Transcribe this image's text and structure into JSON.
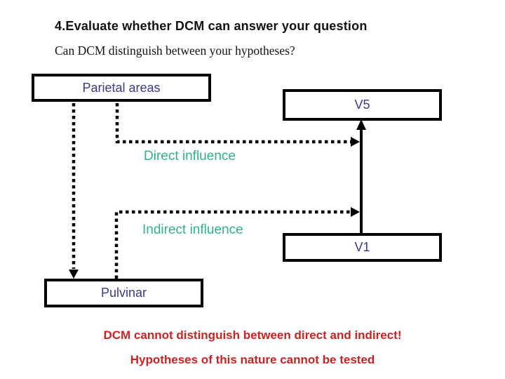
{
  "slide": {
    "title": "4.Evaluate whether DCM can answer your question",
    "subtitle": "Can DCM distinguish between your hypotheses?",
    "boxes": [
      {
        "id": "parietal",
        "label": "Parietal areas"
      },
      {
        "id": "v5",
        "label": "V5"
      },
      {
        "id": "v1",
        "label": "V1"
      },
      {
        "id": "pulvinar",
        "label": "Pulvinar"
      }
    ],
    "edge_labels": [
      {
        "id": "direct",
        "label": "Direct influence"
      },
      {
        "id": "indirect",
        "label": "Indirect influence"
      }
    ],
    "connections": [
      {
        "from": "parietal",
        "to": "pulvinar",
        "style": "dotted"
      },
      {
        "from": "parietal",
        "to": "v1-v5-connection",
        "style": "dotted",
        "meaning": "direct influence"
      },
      {
        "from": "pulvinar",
        "to": "v1-v5-connection",
        "style": "dotted",
        "meaning": "indirect influence"
      },
      {
        "from": "v1",
        "to": "v5",
        "style": "solid"
      }
    ],
    "conclusions": [
      "DCM cannot distinguish between direct and indirect!",
      "Hypotheses of this nature cannot be tested"
    ],
    "colors": {
      "background": "#ffffff",
      "title_text": "#111111",
      "box_border": "#000000",
      "box_label": "#3a3a8e",
      "edge_label": "#2eb48c",
      "conclusion_text": "#cc2222",
      "line": "#000000"
    }
  }
}
